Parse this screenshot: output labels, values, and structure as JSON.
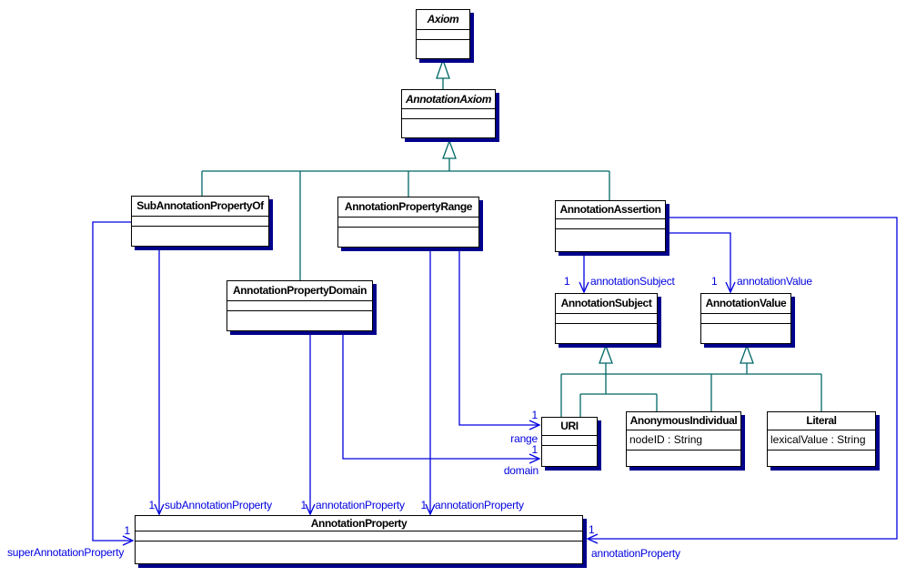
{
  "colors": {
    "association_blue": "#0000e0",
    "generalization_teal": "#006666",
    "box_shadow_navy": "#00008b",
    "box_border": "#000000",
    "box_fill": "#ffffff",
    "background": "#ffffff"
  },
  "classes": {
    "axiom": {
      "name": "Axiom",
      "abstract": true
    },
    "annotationAxiom": {
      "name": "AnnotationAxiom",
      "abstract": true
    },
    "subAnnotationPropertyOf": {
      "name": "SubAnnotationPropertyOf"
    },
    "annotationPropertyRange": {
      "name": "AnnotationPropertyRange"
    },
    "annotationAssertion": {
      "name": "AnnotationAssertion"
    },
    "annotationPropertyDomain": {
      "name": "AnnotationPropertyDomain"
    },
    "annotationSubject": {
      "name": "AnnotationSubject"
    },
    "annotationValue": {
      "name": "AnnotationValue"
    },
    "uri": {
      "name": "URI"
    },
    "anonymousIndividual": {
      "name": "AnonymousIndividual",
      "attribute": "nodeID : String"
    },
    "literal": {
      "name": "Literal",
      "attribute": "lexicalValue : String"
    },
    "annotationProperty": {
      "name": "AnnotationProperty"
    }
  },
  "associations": {
    "annotationSubject": {
      "multiplicity": "1",
      "role": "annotationSubject"
    },
    "annotationValue": {
      "multiplicity": "1",
      "role": "annotationValue"
    },
    "assertionAnnotationProperty": {
      "multiplicity": "1",
      "role": "annotationProperty"
    },
    "range": {
      "multiplicity": "1",
      "role": "range"
    },
    "domain": {
      "multiplicity": "1",
      "role": "domain"
    },
    "subAnnotationProperty": {
      "multiplicity": "1",
      "role": "subAnnotationProperty"
    },
    "domainAnnotationProperty": {
      "multiplicity": "1",
      "role": "annotationProperty"
    },
    "rangeAnnotationProperty": {
      "multiplicity": "1",
      "role": "annotationProperty"
    },
    "superAnnotationProperty": {
      "multiplicity": "1",
      "role": "superAnnotationProperty"
    }
  }
}
